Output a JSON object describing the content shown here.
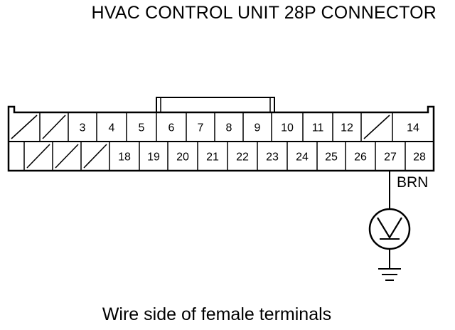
{
  "title": "HVAC CONTROL UNIT 28P CONNECTOR",
  "caption": "Wire side of female terminals",
  "wire_color": "BRN",
  "meter_symbol": "voltmeter-icon",
  "ground_symbol": "ground-icon",
  "probe_terminal": "27",
  "top_row": [
    {
      "label": "",
      "empty": true
    },
    {
      "label": "",
      "empty": true
    },
    {
      "label": "3"
    },
    {
      "label": "4"
    },
    {
      "label": "5"
    },
    {
      "label": "6"
    },
    {
      "label": "7"
    },
    {
      "label": "8"
    },
    {
      "label": "9"
    },
    {
      "label": "10"
    },
    {
      "label": "11"
    },
    {
      "label": "12"
    },
    {
      "label": "",
      "empty": true
    },
    {
      "label": "14"
    }
  ],
  "bottom_row": [
    {
      "label": "",
      "empty": true
    },
    {
      "label": "",
      "empty": true
    },
    {
      "label": "",
      "empty": true
    },
    {
      "label": "18"
    },
    {
      "label": "19"
    },
    {
      "label": "20"
    },
    {
      "label": "21"
    },
    {
      "label": "22"
    },
    {
      "label": "23"
    },
    {
      "label": "24"
    },
    {
      "label": "25"
    },
    {
      "label": "26"
    },
    {
      "label": "27"
    },
    {
      "label": "28"
    }
  ]
}
